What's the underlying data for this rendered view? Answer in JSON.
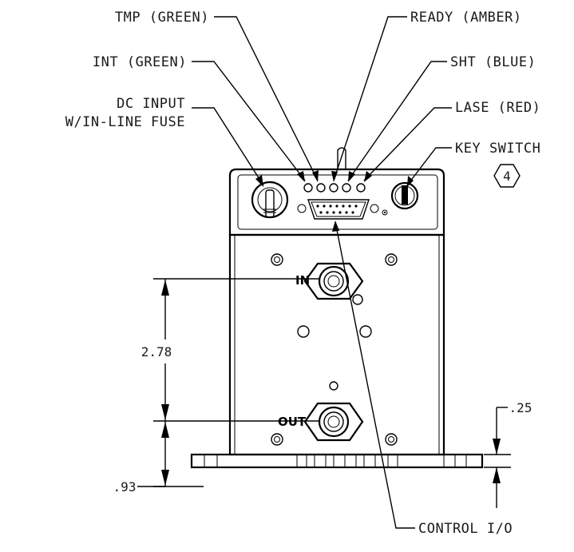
{
  "callouts": {
    "tmp": "TMP (GREEN)",
    "int": "INT (GREEN)",
    "dc_input_1": "DC INPUT",
    "dc_input_2": "W/IN-LINE FUSE",
    "ready": "READY (AMBER)",
    "sht": "SHT (BLUE)",
    "lase": "LASE (RED)",
    "key_switch": "KEY SWITCH",
    "control_io": "CONTROL I/O"
  },
  "ports": {
    "in": "IN",
    "out": "OUT"
  },
  "dimensions": {
    "port_spacing": "2.78",
    "base_to_out": ".93",
    "flange_thickness": ".25"
  },
  "note_marker": "4"
}
